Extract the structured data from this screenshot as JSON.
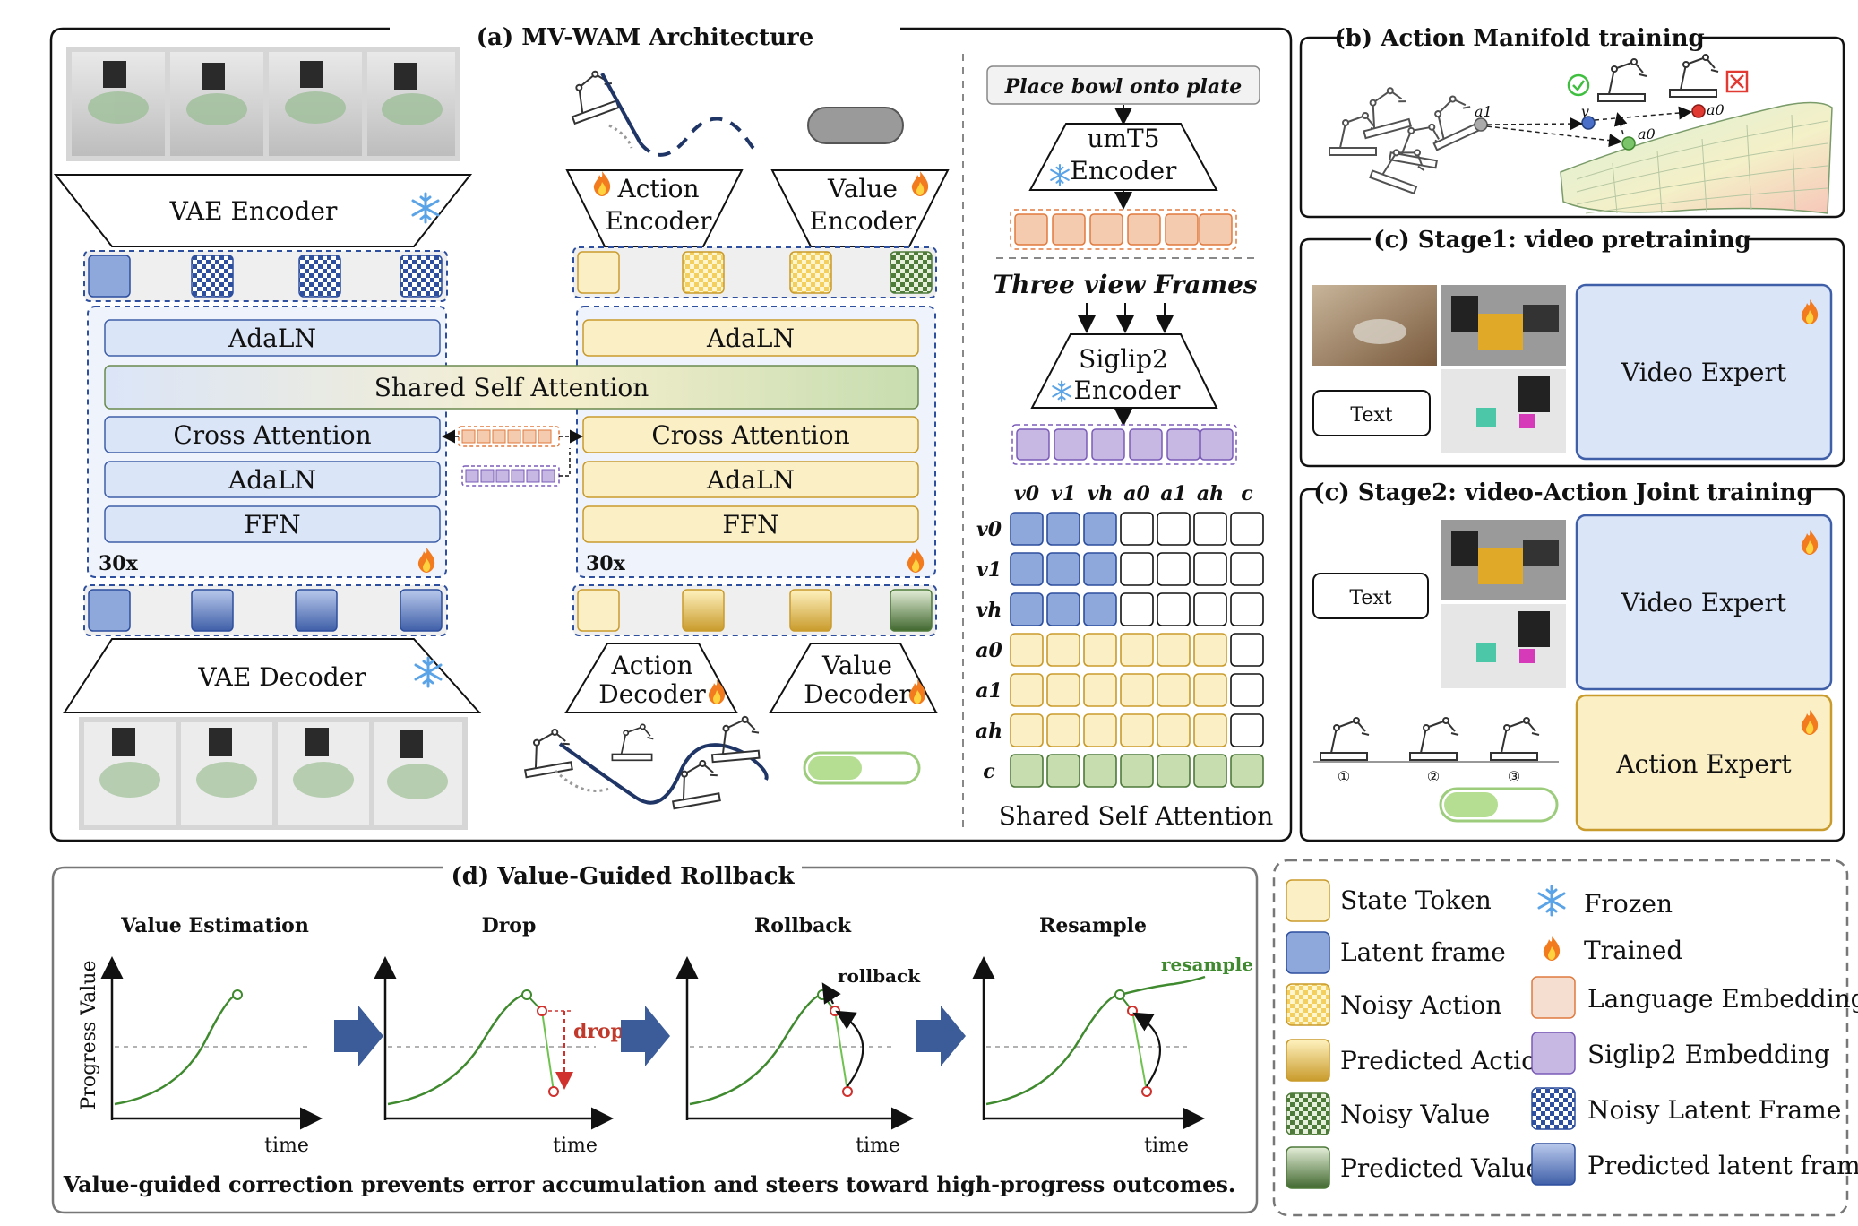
{
  "panels": {
    "a": {
      "title": "(a) MV-WAM Architecture",
      "vae_encoder": "VAE Encoder",
      "vae_decoder": "VAE Decoder",
      "left_stack": [
        "AdaLN",
        "Cross Attention",
        "AdaLN",
        "FFN"
      ],
      "shared_self_attention": "Shared Self Attention",
      "right_stack": [
        "AdaLN",
        "Cross Attention",
        "AdaLN",
        "FFN"
      ],
      "repeat_left": "30x",
      "repeat_right": "30x",
      "action_encoder": [
        "Action",
        "Encoder"
      ],
      "value_encoder": [
        "Value",
        "Encoder"
      ],
      "action_decoder": [
        "Action",
        "Decoder"
      ],
      "value_decoder": [
        "Value",
        "Decoder"
      ],
      "instruction": "Place bowl onto plate",
      "umt5_encoder": [
        "umT5",
        "Encoder"
      ],
      "three_view_frames": "Three view Frames",
      "siglip2_encoder": [
        "Siglip2",
        "Encoder"
      ],
      "attention_matrix": {
        "col_labels": [
          "v0",
          "v1",
          "vh",
          "a0",
          "a1",
          "ah",
          "c"
        ],
        "row_labels": [
          "v0",
          "v1",
          "vh",
          "a0",
          "a1",
          "ah",
          "c"
        ],
        "caption": "Shared Self Attention"
      }
    },
    "b": {
      "title": "(b) Action Manifold training",
      "point_labels": [
        "a1",
        "v",
        "a0",
        "a0"
      ]
    },
    "c1": {
      "title": "(c) Stage1: video pretraining",
      "text_box": "Text",
      "expert": "Video Expert"
    },
    "c2": {
      "title": "(c) Stage2: video-Action Joint training",
      "text_box": "Text",
      "video_expert": "Video Expert",
      "action_expert": "Action Expert",
      "step_numbers": [
        "①",
        "②",
        "③"
      ]
    },
    "d": {
      "title": "(d) Value-Guided Rollback",
      "subplots": [
        "Value Estimation",
        "Drop",
        "Rollback",
        "Resample"
      ],
      "ylabel": "Progress Value",
      "xlabel": "time",
      "drop_label": "drop",
      "rollback_label": "rollback",
      "resample_label": "resample",
      "caption": "Value-guided correction prevents error accumulation and steers toward high-progress outcomes."
    }
  },
  "legend": {
    "left": [
      "State Token",
      "Latent frame",
      "Noisy Action",
      "Predicted Action",
      "Noisy Value",
      "Predicted Value"
    ],
    "right": [
      "Frozen",
      "Trained",
      "Language Embedding",
      "Siglip2 Embedding",
      "Noisy Latent Frame",
      "Predicted latent frame"
    ]
  },
  "colors": {
    "latent_blue": "#8fa8dc",
    "block_blue": "#dbe5f8",
    "block_yellow": "#fbefc6",
    "noisy_action": "#f7dc7c",
    "predicted_action": "#d9b44a",
    "value_green": "#7fa86d",
    "language_orange": "#f5cbb0",
    "siglip_purple": "#c7b8e3",
    "curve_green": "#3f8a2e",
    "drop_red": "#d0312d",
    "arrow_blue": "#3b5c99"
  }
}
